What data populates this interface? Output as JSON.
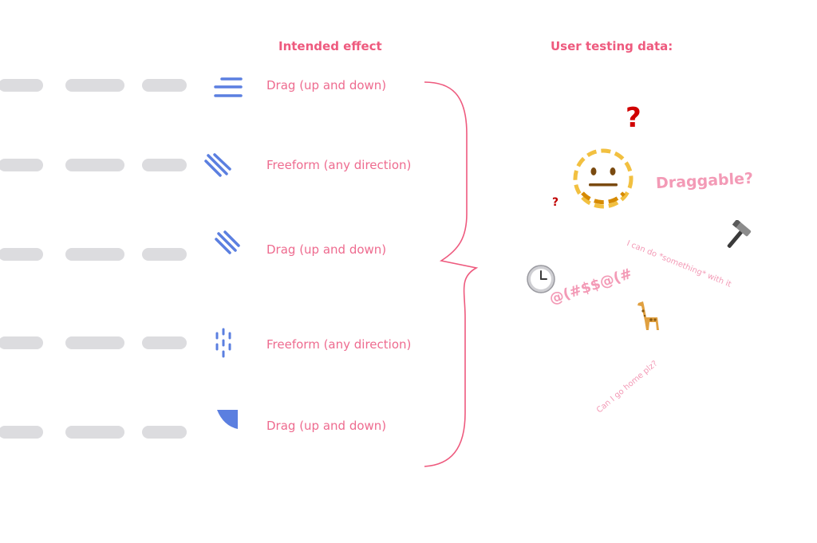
{
  "headers": {
    "intended_effect": "Intended effect",
    "user_testing": "User testing data:"
  },
  "rows": [
    {
      "icon": "horizontal-lines-handle-icon",
      "label": "Drag (up and down)"
    },
    {
      "icon": "diagonal-lines-handle-icon",
      "label": "Freeform (any direction)"
    },
    {
      "icon": "diagonal-lines-small-handle-icon",
      "label": "Drag (up and down)"
    },
    {
      "icon": "vertical-dashes-handle-icon",
      "label": "Freeform (any direction)"
    },
    {
      "icon": "corner-triangle-handle-icon",
      "label": "Drag (up and down)"
    }
  ],
  "reactions": {
    "question_big": "?",
    "question_small": "?",
    "draggable": "Draggable?",
    "something": "I can do *something* with it",
    "symbols": "@(#$$@(#",
    "go_home": "Can I go home plz?",
    "icons": [
      "neutral-face-icon",
      "hammer-icon",
      "clock-icon",
      "giraffe-icon"
    ]
  },
  "colors": {
    "accent": "#ee5a7e",
    "handle_blue": "#5b7fe0",
    "placeholder": "#dcdcdf"
  }
}
